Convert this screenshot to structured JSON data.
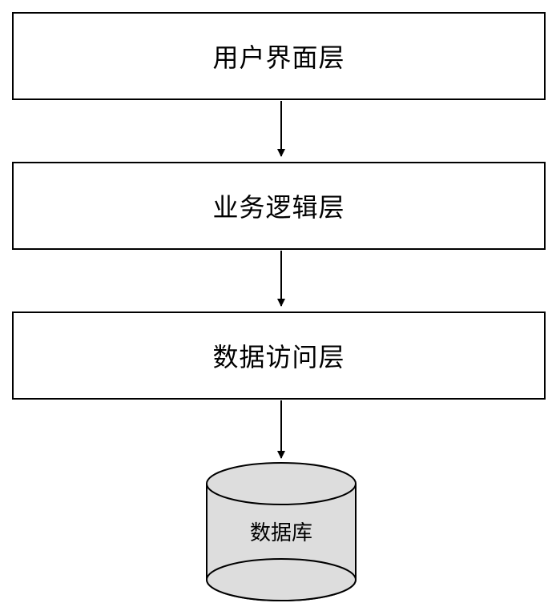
{
  "layers": [
    {
      "label": "用户界面层"
    },
    {
      "label": "业务逻辑层"
    },
    {
      "label": "数据访问层"
    }
  ],
  "database": {
    "label": "数据库"
  },
  "colors": {
    "stroke": "#000000",
    "box_fill": "#ffffff",
    "cylinder_fill": "#dddddd"
  }
}
